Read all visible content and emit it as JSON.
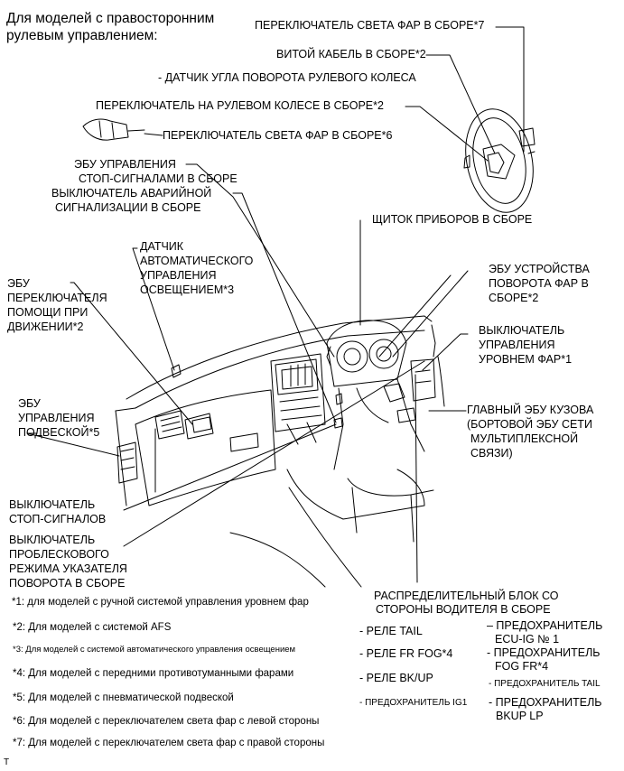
{
  "header": {
    "line1": "Для моделей с правосторонним",
    "line2": "рулевым управлением:"
  },
  "labels": {
    "headlight_switch_7": "ПЕРЕКЛЮЧАТЕЛЬ СВЕТА ФАР В СБОРЕ*7",
    "spiral_cable": "ВИТОЙ КАБЕЛЬ В СБОРЕ*2",
    "steering_sensor": "- ДАТЧИК УГЛА ПОВОРОТА РУЛЕВОГО КОЛЕСА",
    "steering_pad_switch": "ПЕРЕКЛЮЧАТЕЛЬ НА РУЛЕВОМ КОЛЕСЕ В СБОРЕ*2",
    "headlight_switch_6": "ПЕРЕКЛЮЧАТЕЛЬ СВЕТА ФАР В СБОРЕ*6",
    "stop_lamp_ecu_1": "ЭБУ УПРАВЛЕНИЯ",
    "stop_lamp_ecu_2": "СТОП-СИГНАЛАМИ В СБОРЕ",
    "hazard_switch_1": "ВЫКЛЮЧАТЕЛЬ АВАРИЙНОЙ",
    "hazard_switch_2": "СИГНАЛИЗАЦИИ В СБОРЕ",
    "combination_meter": "ЩИТОК ПРИБОРОВ В СБОРЕ",
    "light_sensor_1": "ДАТЧИК",
    "light_sensor_2": "АВТОМАТИЧЕСКОГО",
    "light_sensor_3": "УПРАВЛЕНИЯ",
    "light_sensor_4": "ОСВЕЩЕНИЕМ*3",
    "driving_support_1": "ЭБУ",
    "driving_support_2": "ПЕРЕКЛЮЧАТЕЛЯ",
    "driving_support_3": "ПОМОЩИ ПРИ",
    "driving_support_4": "ДВИЖЕНИИ*2",
    "swivel_ecu_1": "ЭБУ УСТРОЙСТВА",
    "swivel_ecu_2": "ПОВОРОТА ФАР В",
    "swivel_ecu_3": "СБОРЕ*2",
    "leveling_switch_1": "ВЫКЛЮЧАТЕЛЬ",
    "leveling_switch_2": "УПРАВЛЕНИЯ",
    "leveling_switch_3": "УРОВНЕМ ФАР*1",
    "suspension_ecu_1": "ЭБУ",
    "suspension_ecu_2": "УПРАВЛЕНИЯ",
    "suspension_ecu_3": "ПОДВЕСКОЙ*5",
    "body_ecu_1": "ГЛАВНЫЙ ЭБУ КУЗОВА",
    "body_ecu_2": "(БОРТОВОЙ ЭБУ СЕТИ",
    "body_ecu_3": "МУЛЬТИПЛЕКСНОЙ",
    "body_ecu_4": "СВЯЗИ)",
    "stop_lamp_switch_1": "ВЫКЛЮЧАТЕЛЬ",
    "stop_lamp_switch_2": "СТОП-СИГНАЛОВ",
    "flasher_1": "ВЫКЛЮЧАТЕЛЬ",
    "flasher_2": "ПРОБЛЕСКОВОГО",
    "flasher_3": "РЕЖИМА УКАЗАТЕЛЯ",
    "flasher_4": "ПОВОРОТА В СБОРЕ",
    "junction_block_1": "РАСПРЕДЕЛИТЕЛЬНЫЙ БЛОК СО",
    "junction_block_2": "СТОРОНЫ ВОДИТЕЛЯ В СБОРЕ"
  },
  "notes": [
    "*1: для моделей с ручной системой управления уровнем фар",
    "*2: Для моделей с системой AFS",
    "*3: Для моделей с системой автоматического управления освещением",
    "*4: Для моделей с передними противотуманными фарами",
    "*5: Для моделей с пневматической подвеской",
    "*6: Для моделей с переключателем света фар с левой стороны",
    "*7: Для моделей с переключателем света фар с правой стороны"
  ],
  "relays": {
    "tail": "- РЕЛЕ TAIL",
    "fr_fog": "- РЕЛЕ FR FOG*4",
    "bkup": "- РЕЛЕ BK/UP",
    "ig1": "- ПРЕДОХРАНИТЕЛЬ IG1"
  },
  "fuses": {
    "ecu_ig_1": "– ПРЕДОХРАНИТЕЛЬ",
    "ecu_ig_2": "ECU-IG № 1",
    "fog_fr_1": "- ПРЕДОХРАНИТЕЛЬ",
    "fog_fr_2": "FOG FR*4",
    "tail": "- ПРЕДОХРАНИТЕЛЬ TAIL",
    "bkup_lp_1": "- ПРЕДОХРАНИТЕЛЬ",
    "bkup_lp_2": "BKUP LP"
  },
  "footer_mark": "T"
}
